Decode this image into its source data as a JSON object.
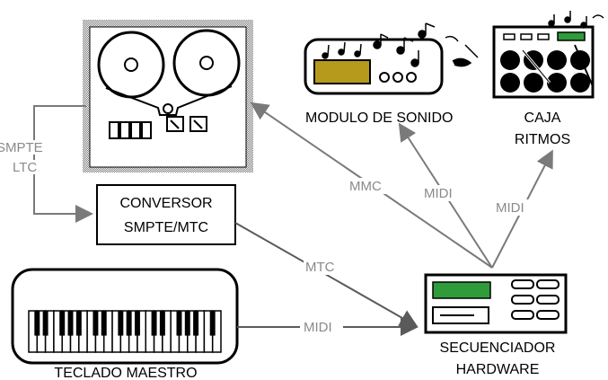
{
  "labels": {
    "modulo": "MODULO DE SONIDO",
    "caja_line1": "CAJA",
    "caja_line2": "RITMOS",
    "conversor_line1": "CONVERSOR",
    "conversor_line2": "SMPTE/MTC",
    "teclado": "TECLADO MAESTRO",
    "secuenciador_line1": "SECUENCIADOR",
    "secuenciador_line2": "HARDWARE"
  },
  "connections": {
    "smpte_line1": "SMPTE",
    "smpte_line2": "LTC",
    "mmc": "MMC",
    "midi_modulo": "MIDI",
    "midi_caja": "MIDI",
    "mtc": "MTC",
    "midi_teclado": "MIDI"
  },
  "colors": {
    "lcd_yellow": "#b59a1c",
    "lcd_green": "#2f9b3a",
    "tape_bg": "#bdbdbd",
    "connection_gray": "#777777"
  }
}
